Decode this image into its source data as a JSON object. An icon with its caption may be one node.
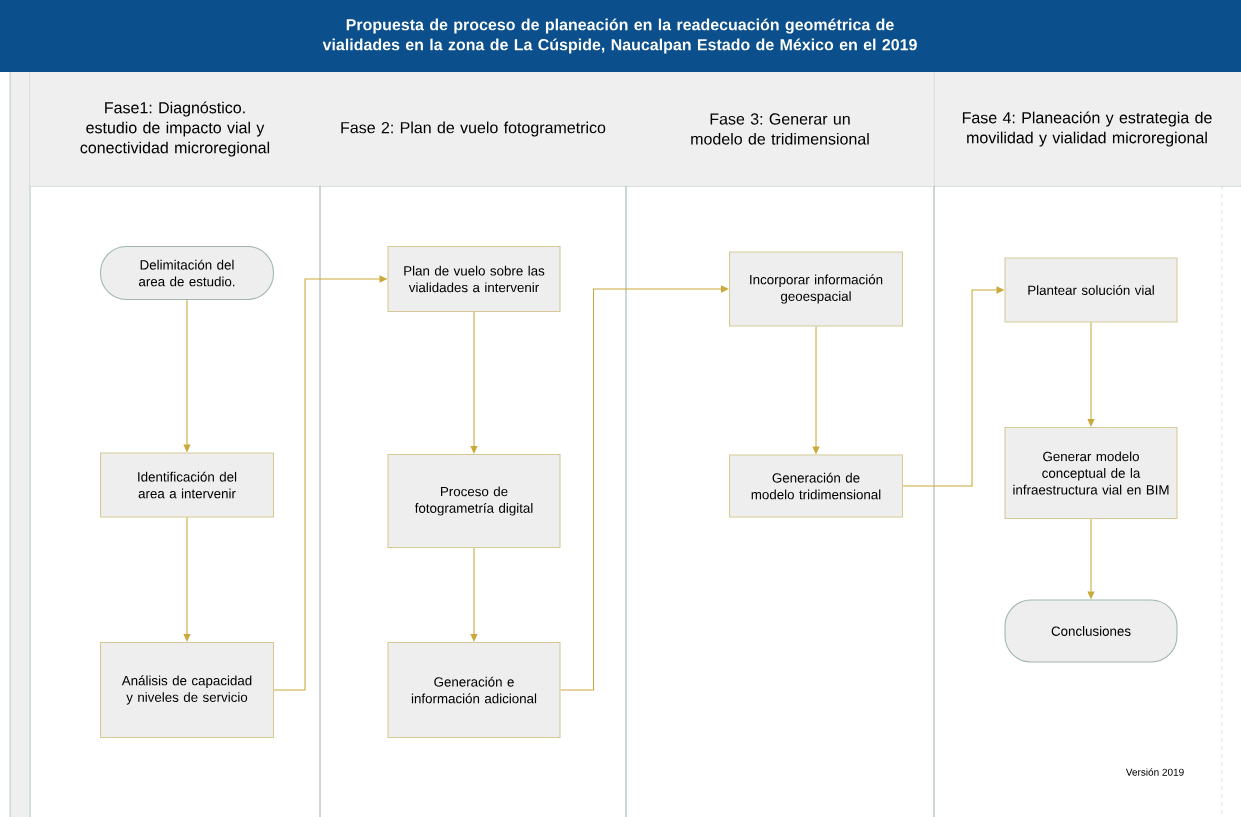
{
  "diagram": {
    "title": "Propuesta de proceso de planeación en la readecuación geométrica de vialidades en la zona de La Cúspide, Naucalpan Estado de México en el 2019",
    "nodes": [
      {
        "text": [
          "Fase1: Diagnóstico. estudio de impacto vial y conectividad microregional"
        ]
      },
      {
        "text": [
          "Fase 2: Plan de vuelo fotogrametrico"
        ]
      },
      {
        "text": [
          "Fase 3: Generar un modelo de tridimensional"
        ]
      },
      {
        "text": [
          "Fase 4: Planeación y estrategia de movilidad y vialidad microregional"
        ]
      },
      {
        "text": [
          "Delimitación del area de estudio."
        ]
      },
      {
        "text": [
          "Identificación del area a intervenir"
        ]
      },
      {
        "text": [
          "Análisis de capacidad y niveles de servicio"
        ]
      },
      {
        "text": [
          "Plan de vuelo sobre las vialidades a intervenir"
        ]
      },
      {
        "text": [
          "Proceso de fotogrametría digital"
        ]
      },
      {
        "text": [
          "Generación e información adicional"
        ]
      },
      {
        "text": [
          "Incorporar información geoespacial"
        ]
      },
      {
        "text": [
          "Generación de modelo tridimensional"
        ]
      },
      {
        "text": [
          "Plantear solución vial"
        ]
      },
      {
        "text": [
          "Generar modelo conceptual de la infraestructura vial en BIM"
        ]
      },
      {
        "text": [
          "Conclusiones"
        ]
      }
    ],
    "edges": [
      {
        "from": 4,
        "to": 5,
        "arrow": "to"
      },
      {
        "from": 5,
        "to": 6,
        "arrow": "to"
      },
      {
        "from": 6,
        "to": 7,
        "arrow": "to"
      },
      {
        "from": 7,
        "to": 8,
        "arrow": "to"
      },
      {
        "from": 8,
        "to": 9,
        "arrow": "to"
      },
      {
        "from": 9,
        "to": 10,
        "arrow": "to"
      },
      {
        "from": 10,
        "to": 11,
        "arrow": "to"
      },
      {
        "from": 11,
        "to": 12,
        "arrow": "to"
      },
      {
        "from": 12,
        "to": 13,
        "arrow": "to"
      },
      {
        "from": 13,
        "to": 14,
        "arrow": "to"
      }
    ],
    "labels": [
      "Versión 2019"
    ]
  }
}
